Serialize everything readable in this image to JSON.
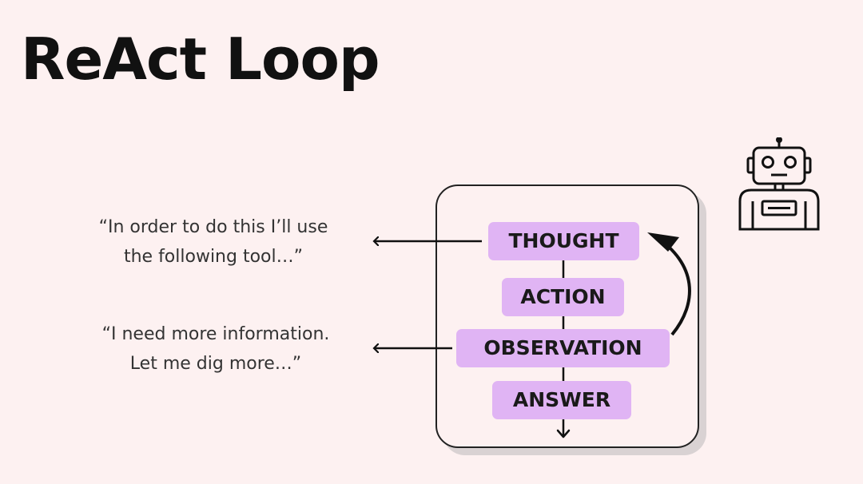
{
  "title": "ReAct Loop",
  "quotes": [
    {
      "lines": [
        "“In order to do this I’ll use",
        "the following tool…”"
      ]
    },
    {
      "lines": [
        "“I need more information.",
        "Let me dig more…”"
      ]
    }
  ],
  "loop": {
    "steps": [
      "THOUGHT",
      "ACTION",
      "OBSERVATION",
      "ANSWER"
    ]
  },
  "colors": {
    "background": "#fdf1f1",
    "step_fill": "#e0b4f4",
    "ink": "#111111"
  },
  "icons": {
    "agent": "robot-icon"
  }
}
